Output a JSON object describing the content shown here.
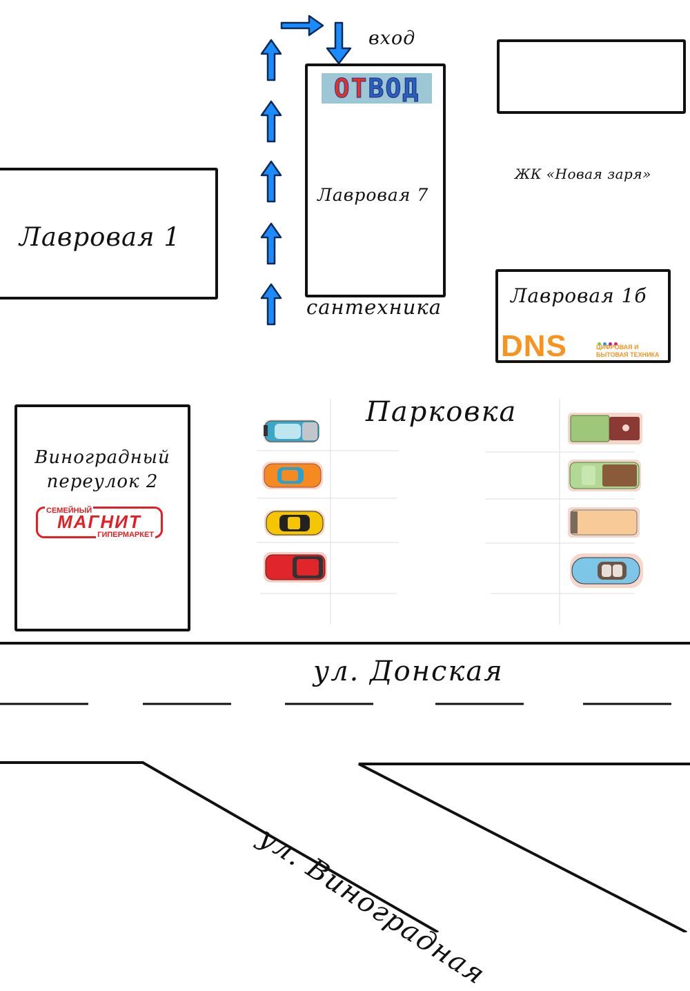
{
  "entrance_label": "вход",
  "buildings": {
    "lavrovaya7": {
      "label": "Лавровая 7",
      "sign": "ОТВОД",
      "caption": "сантехника"
    },
    "lavrovaya1": {
      "label": "Лавровая 1"
    },
    "lavrovaya1b": {
      "label": "Лавровая 1б"
    },
    "novaya_zarya": {
      "label": "ЖК «Новая заря»"
    },
    "vinogradny2": {
      "label_line1": "Виноградный",
      "label_line2": "переулок 2"
    }
  },
  "logos": {
    "dns": {
      "word": "DNS",
      "sub_line1": "ЦИФРОВАЯ И",
      "sub_line2": "БЫТОВАЯ ТЕХНИКА",
      "color": "#f7931e",
      "dot_colors": [
        "#8bc34a",
        "#2196f3",
        "#9c27b0",
        "#e91e63"
      ]
    },
    "magnit": {
      "top": "СЕМЕЙНЫЙ",
      "word": "МАГНИТ",
      "bottom": "ГИПЕРМАРКЕТ",
      "color": "#e31e24"
    }
  },
  "parking": {
    "label": "Парковка",
    "left_cars": [
      "blue-car-icon",
      "orange-car-icon",
      "yellow-car-icon",
      "red-car-icon"
    ],
    "right_cars": [
      "green-truck-icon",
      "green-pickup-icon",
      "beige-van-icon",
      "blue-convertible-icon"
    ]
  },
  "streets": {
    "donskaya": "ул. Донская",
    "vinogradnaya": "ул. Виноградная"
  },
  "colors": {
    "arrow": "#1a8cff",
    "arrow_outline": "#0a2a55"
  }
}
